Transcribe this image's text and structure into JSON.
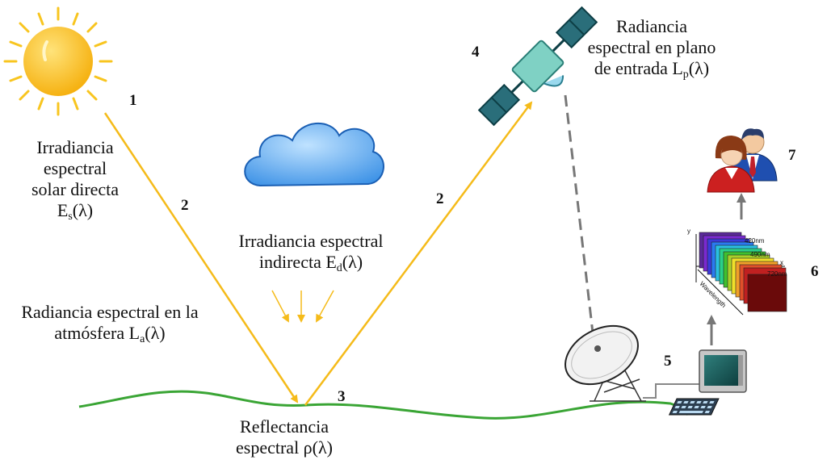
{
  "steps": {
    "n1": "1",
    "n2a": "2",
    "n2b": "2",
    "n3": "3",
    "n4": "4",
    "n5": "5",
    "n6": "6",
    "n7": "7"
  },
  "labels": {
    "solar": {
      "line1": "Irradiancia",
      "line2": "espectral",
      "line3": "solar directa",
      "symbol": "E",
      "sub": "s",
      "arg": "(λ)"
    },
    "indirect": {
      "line1": "Irradiancia espectral",
      "prefix": "indirecta E",
      "sub": "d",
      "arg": "(λ)"
    },
    "atmosphere": {
      "line1": "Radiancia espectral en la",
      "prefix": "atmósfera L",
      "sub": "a",
      "arg": "(λ)"
    },
    "reflectance": {
      "line1": "Reflectancia",
      "line2": "espectral ρ(λ)"
    },
    "sensor": {
      "line1": "Radiancia",
      "line2": "espectral en plano",
      "prefix": "de entrada L",
      "sub": "p",
      "arg": "(λ)"
    }
  },
  "cube": {
    "axis_y": "y",
    "axis_x": "x",
    "band_420": "420nm",
    "band_490": "490nm",
    "band_720": "720nm",
    "axis_wavelength": "Wavelength"
  },
  "colors": {
    "ray": "#f5bb1a",
    "ground": "#3aa535",
    "cloud": "#5aa8f0",
    "sun": "#fbc21a"
  }
}
